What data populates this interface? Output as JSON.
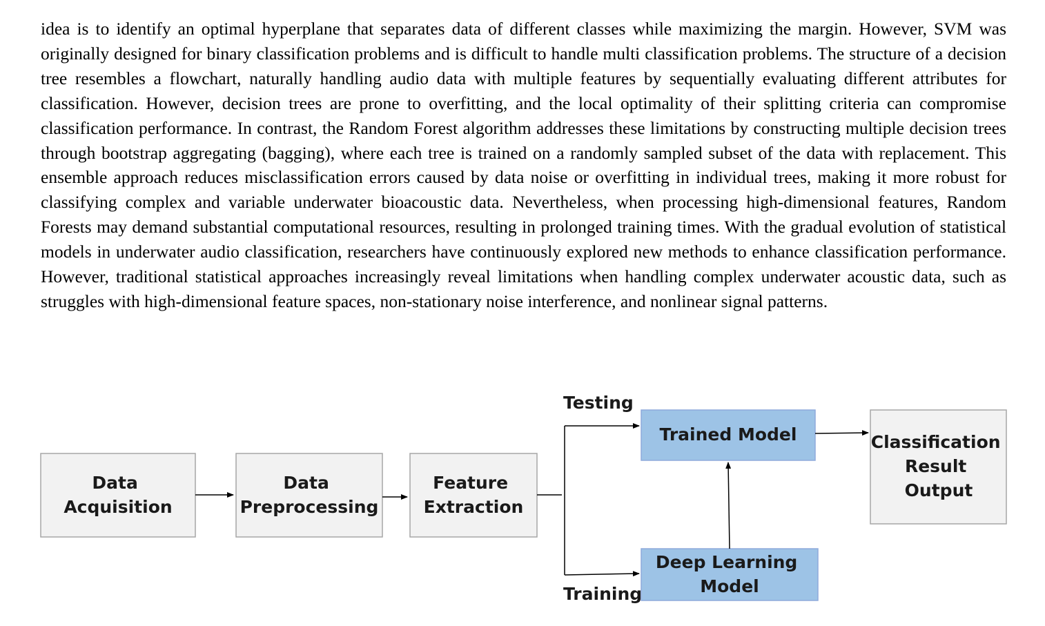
{
  "paragraph": "idea is to identify an optimal hyperplane that separates data of different classes while maximizing the margin. However, SVM was originally designed for binary classification problems and is difficult to handle multi classification problems. The structure of a decision tree resembles a flowchart, naturally handling audio data with multiple features by sequentially evaluating different attributes for classification. However, decision trees are prone to overfitting, and the local optimality of their splitting criteria can compromise classification performance. In contrast, the Random Forest algorithm addresses these limitations by constructing multiple decision trees through bootstrap aggregating (bagging), where each tree is trained on a randomly sampled subset of the data with replacement. This ensemble approach reduces misclassification errors caused by data noise or overfitting in individual trees, making it more robust for classifying complex and variable underwater bioacoustic data. Nevertheless, when processing high-dimensional features, Random Forests may demand substantial computational resources, resulting in prolonged training times. With the gradual evolution of statistical models in underwater audio classification, researchers have continuously explored new methods to enhance classification performance. However, traditional statistical approaches increasingly reveal limitations when handling complex underwater acoustic data, such as struggles with high-dimensional feature spaces, non-stationary noise interference, and nonlinear signal patterns.",
  "diagram": {
    "nodes": {
      "data_acquisition": [
        "Data",
        "Acquisition"
      ],
      "data_preprocessing": [
        "Data",
        "Preprocessing"
      ],
      "feature_extraction": [
        "Feature",
        "Extraction"
      ],
      "trained_model": [
        "Trained Model"
      ],
      "deep_learning_model": [
        "Deep Learning",
        "Model"
      ],
      "classification_output": [
        "Classification",
        "Result",
        "Output"
      ]
    },
    "branch_labels": {
      "testing": "Testing",
      "training": "Training"
    },
    "colors": {
      "gray_box_fill": "#f2f2f2",
      "gray_box_stroke": "#a6a6a6",
      "blue_box_fill": "#9dc3e6",
      "blue_box_stroke": "#8faadc",
      "arrow": "#000000"
    }
  }
}
